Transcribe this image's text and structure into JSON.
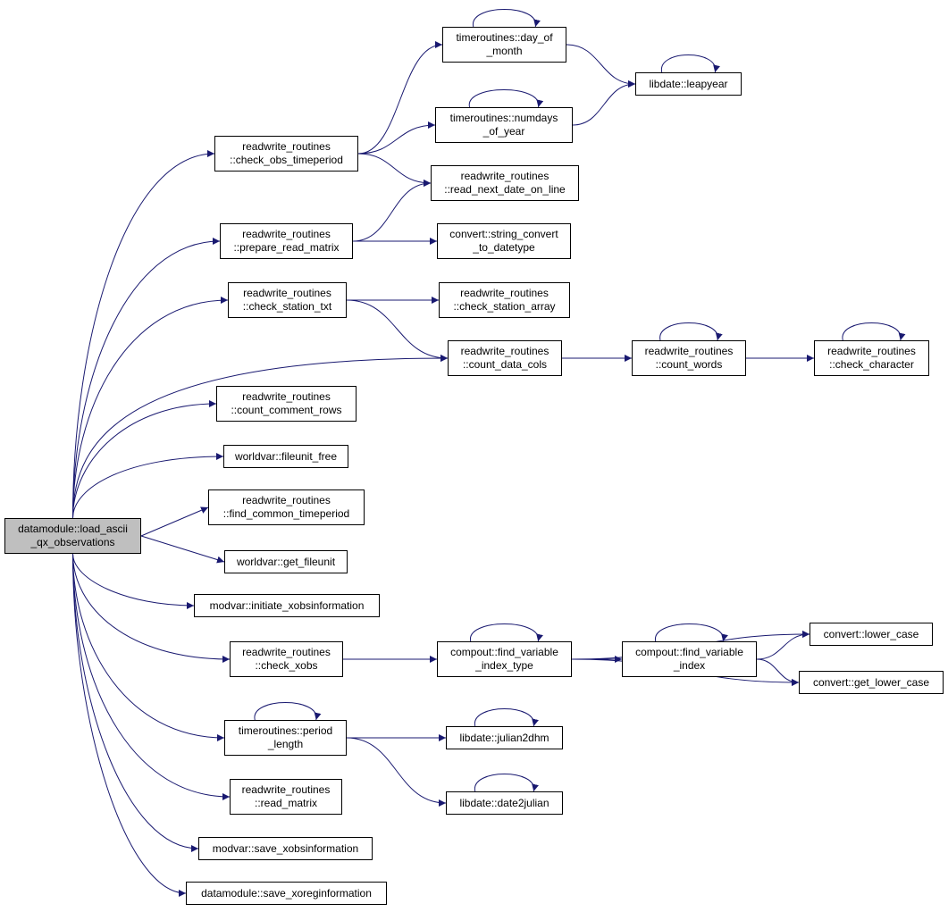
{
  "colors": {
    "edge": "#191970",
    "root_fill": "#bfbfbf",
    "node_fill": "#ffffff",
    "border": "#000000"
  },
  "nodes": {
    "load_ascii": [
      "datamodule::load_ascii",
      "_qx_observations"
    ],
    "check_obs_timeperiod": [
      "readwrite_routines",
      "::check_obs_timeperiod"
    ],
    "prepare_read_matrix": [
      "readwrite_routines",
      "::prepare_read_matrix"
    ],
    "check_station_txt": [
      "readwrite_routines",
      "::check_station_txt"
    ],
    "count_data_cols": [
      "readwrite_routines",
      "::count_data_cols"
    ],
    "count_comment_rows": [
      "readwrite_routines",
      "::count_comment_rows"
    ],
    "fileunit_free": [
      "worldvar::fileunit_free"
    ],
    "find_common_timeperiod": [
      "readwrite_routines",
      "::find_common_timeperiod"
    ],
    "get_fileunit": [
      "worldvar::get_fileunit"
    ],
    "initiate_xobsinformation": [
      "modvar::initiate_xobsinformation"
    ],
    "check_xobs": [
      "readwrite_routines",
      "::check_xobs"
    ],
    "period_length": [
      "timeroutines::period",
      "_length"
    ],
    "read_matrix": [
      "readwrite_routines",
      "::read_matrix"
    ],
    "save_xobsinformation": [
      "modvar::save_xobsinformation"
    ],
    "save_xoreginformation": [
      "datamodule::save_xoreginformation"
    ],
    "day_of_month": [
      "timeroutines::day_of",
      "_month"
    ],
    "numdays_of_year": [
      "timeroutines::numdays",
      "_of_year"
    ],
    "read_next_date_on_line": [
      "readwrite_routines",
      "::read_next_date_on_line"
    ],
    "string_convert_to_datetype": [
      "convert::string_convert",
      "_to_datetype"
    ],
    "check_station_array": [
      "readwrite_routines",
      "::check_station_array"
    ],
    "leapyear": [
      "libdate::leapyear"
    ],
    "count_words": [
      "readwrite_routines",
      "::count_words"
    ],
    "check_character": [
      "readwrite_routines",
      "::check_character"
    ],
    "find_variable_index_type": [
      "compout::find_variable",
      "_index_type"
    ],
    "find_variable_index": [
      "compout::find_variable",
      "_index"
    ],
    "lower_case": [
      "convert::lower_case"
    ],
    "get_lower_case": [
      "convert::get_lower_case"
    ],
    "julian2dhm": [
      "libdate::julian2dhm"
    ],
    "date2julian": [
      "libdate::date2julian"
    ]
  },
  "edges": [
    [
      "load_ascii",
      "check_obs_timeperiod"
    ],
    [
      "load_ascii",
      "prepare_read_matrix"
    ],
    [
      "load_ascii",
      "check_station_txt"
    ],
    [
      "load_ascii",
      "count_data_cols"
    ],
    [
      "load_ascii",
      "count_comment_rows"
    ],
    [
      "load_ascii",
      "fileunit_free"
    ],
    [
      "load_ascii",
      "find_common_timeperiod"
    ],
    [
      "load_ascii",
      "get_fileunit"
    ],
    [
      "load_ascii",
      "initiate_xobsinformation"
    ],
    [
      "load_ascii",
      "check_xobs"
    ],
    [
      "load_ascii",
      "period_length"
    ],
    [
      "load_ascii",
      "read_matrix"
    ],
    [
      "load_ascii",
      "save_xobsinformation"
    ],
    [
      "load_ascii",
      "save_xoreginformation"
    ],
    [
      "check_obs_timeperiod",
      "day_of_month"
    ],
    [
      "check_obs_timeperiod",
      "numdays_of_year"
    ],
    [
      "check_obs_timeperiod",
      "read_next_date_on_line"
    ],
    [
      "day_of_month",
      "day_of_month"
    ],
    [
      "day_of_month",
      "leapyear"
    ],
    [
      "numdays_of_year",
      "numdays_of_year"
    ],
    [
      "numdays_of_year",
      "leapyear"
    ],
    [
      "leapyear",
      "leapyear"
    ],
    [
      "prepare_read_matrix",
      "read_next_date_on_line"
    ],
    [
      "prepare_read_matrix",
      "string_convert_to_datetype"
    ],
    [
      "check_station_txt",
      "check_station_array"
    ],
    [
      "check_station_txt",
      "count_data_cols"
    ],
    [
      "count_data_cols",
      "count_words"
    ],
    [
      "count_words",
      "count_words"
    ],
    [
      "count_words",
      "check_character"
    ],
    [
      "check_character",
      "check_character"
    ],
    [
      "check_xobs",
      "find_variable_index_type"
    ],
    [
      "find_variable_index_type",
      "find_variable_index_type"
    ],
    [
      "find_variable_index_type",
      "find_variable_index"
    ],
    [
      "find_variable_index_type",
      "lower_case"
    ],
    [
      "find_variable_index_type",
      "get_lower_case"
    ],
    [
      "find_variable_index",
      "find_variable_index"
    ],
    [
      "find_variable_index",
      "lower_case"
    ],
    [
      "find_variable_index",
      "get_lower_case"
    ],
    [
      "period_length",
      "period_length"
    ],
    [
      "period_length",
      "julian2dhm"
    ],
    [
      "period_length",
      "date2julian"
    ],
    [
      "julian2dhm",
      "julian2dhm"
    ],
    [
      "date2julian",
      "date2julian"
    ]
  ]
}
